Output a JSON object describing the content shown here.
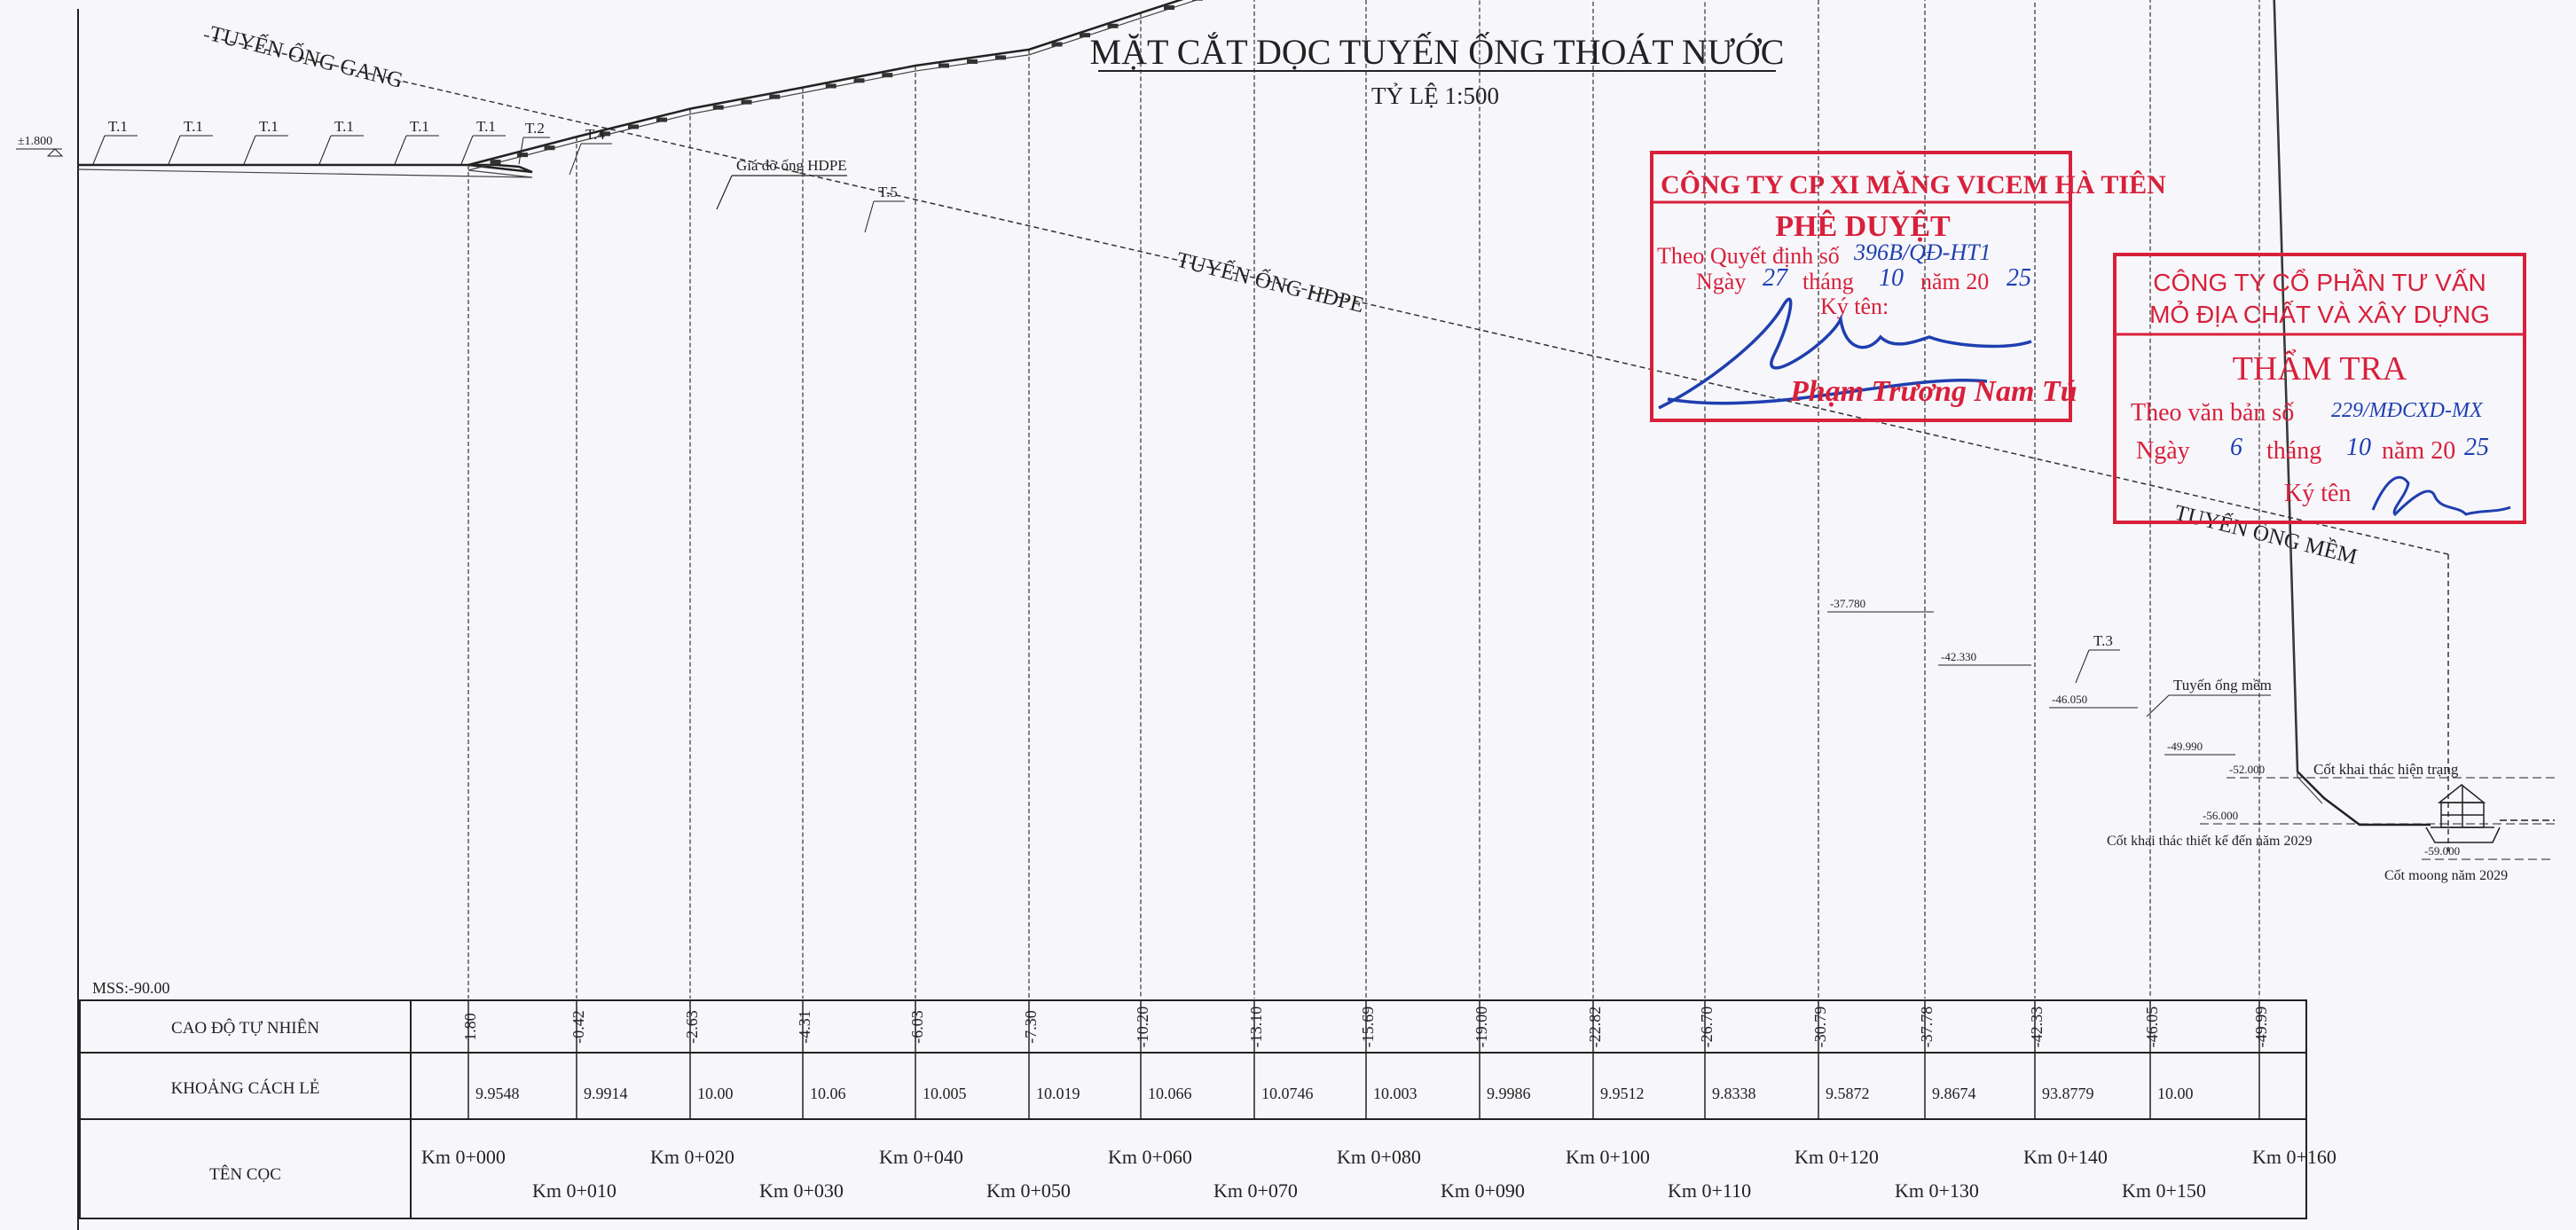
{
  "header": {
    "title": "MẶT CẮT DỌC TUYẾN ỐNG THOÁT NƯỚC",
    "scale": "TỶ LỆ 1:500"
  },
  "pipe_labels": {
    "gang": "TUYẾN ỐNG GANG",
    "hdpe": "TUYẾN ỐNG HDPE",
    "mem": "TUYẾN ỐNG MỀM",
    "hdpe_support": "Giá đỡ ống HDPE",
    "flex_pipe": "Tuyến ống mềm"
  },
  "markers": {
    "t1": "T.1",
    "t2": "T.2",
    "t3": "T.3",
    "t4": "T.4",
    "t5": "T.5"
  },
  "level_labels": {
    "top": "±1.800",
    "l1": "-37.780",
    "l2": "-42.330",
    "l3": "-46.050",
    "l4": "-49.990",
    "l5": "-52.000",
    "l6": "-56.000",
    "l7": "-59.000"
  },
  "annotations": {
    "current_mining": "Cốt khai thác hiện trạng",
    "design_mining": "Cốt khai thác thiết kế đến năm 2029",
    "pit_2029": "Cốt moong năm 2029",
    "mss": "MSS:-90.00"
  },
  "stamp_approve": {
    "company": "CÔNG TY CP XI MĂNG VICEM HÀ TIÊN",
    "title": "PHÊ DUYỆT",
    "decision_prefix": "Theo Quyết định số",
    "decision_no": "396B/QĐ-HT1",
    "date_prefix": "Ngày",
    "day": "27",
    "month_word": "tháng",
    "month": "10",
    "year_word": "năm 20",
    "year": "25",
    "sign_label": "Ký tên:",
    "signer": "Phạm Trương Nam Tú"
  },
  "stamp_review": {
    "company_line1": "CÔNG TY CỔ PHẦN TƯ VẤN",
    "company_line2": "MỎ ĐỊA CHẤT VÀ XÂY DỰNG",
    "title": "THẨM TRA",
    "doc_prefix": "Theo văn bản số",
    "doc_no": "229/MĐCXD-MX",
    "date_prefix": "Ngày",
    "day": "6",
    "month_word": "tháng",
    "month": "10",
    "year_word": "năm 20",
    "year": "25",
    "sign_label": "Ký tên"
  },
  "table": {
    "row_labels": [
      "CAO ĐỘ TỰ NHIÊN",
      "KHOẢNG CÁCH LẺ",
      "TÊN CỌC"
    ],
    "elevations": [
      "1.80",
      "-0.42",
      "-2.63",
      "-4.31",
      "-6.03",
      "-7.30",
      "-10.20",
      "-13.10",
      "-15.69",
      "-19.00",
      "-22.82",
      "-26.70",
      "-30.79",
      "-37.78",
      "-42.33",
      "-46.05",
      "-49.99"
    ],
    "distances": [
      "9.9548",
      "9.9914",
      "10.00",
      "10.06",
      "10.005",
      "10.019",
      "10.066",
      "10.0746",
      "10.003",
      "9.9986",
      "9.9512",
      "9.8338",
      "9.5872",
      "9.8674",
      "93.8779",
      "10.00"
    ],
    "stations_top": [
      "Km 0+000",
      "Km 0+020",
      "Km 0+040",
      "Km 0+060",
      "Km 0+080",
      "Km 0+100",
      "Km 0+120",
      "Km 0+140",
      "Km 0+160"
    ],
    "stations_bottom": [
      "Km 0+010",
      "Km 0+030",
      "Km 0+050",
      "Km 0+070",
      "Km 0+090",
      "Km 0+110",
      "Km 0+130",
      "Km 0+150"
    ]
  },
  "colors": {
    "stamp_red": "#d8203b",
    "ink_blue": "#1f3fb0",
    "line": "#222222"
  }
}
